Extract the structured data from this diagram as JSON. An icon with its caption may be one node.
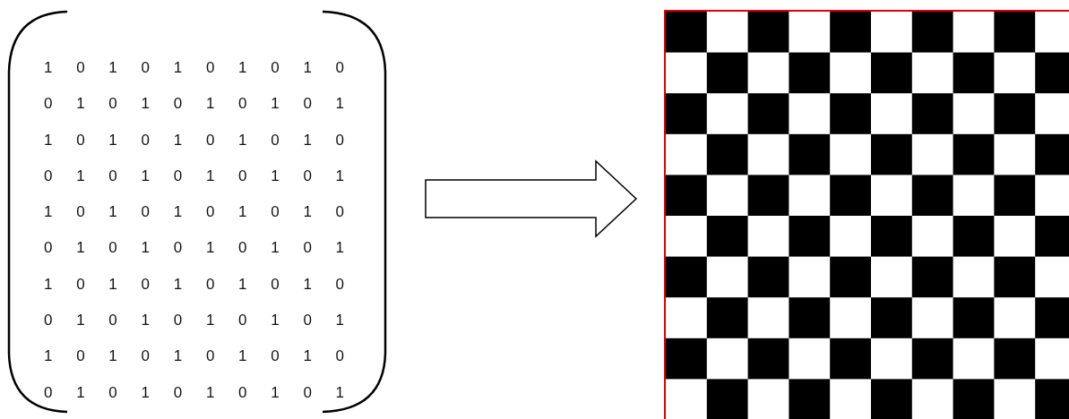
{
  "diagram": {
    "nodes": [
      {
        "text": [
          "1 0 1 0 1 0 1 0 1 0",
          "0 1 0 1 0 1 0 1 0 1",
          "1 0 1 0 1 0 1 0 1 0",
          "0 1 0 1 0 1 0 1 0 1",
          "1 0 1 0 1 0 1 0 1 0",
          "0 1 0 1 0 1 0 1 0 1",
          "1 0 1 0 1 0 1 0 1 0",
          "0 1 0 1 0 1 0 1 0 1",
          "1 0 1 0 1 0 1 0 1 0",
          "0 1 0 1 0 1 0 1 0 1"
        ]
      },
      {
        "text": [],
        "shape": "picture"
      }
    ],
    "edges": [
      {
        "from": 0,
        "to": 1,
        "arrow": "to"
      }
    ]
  }
}
